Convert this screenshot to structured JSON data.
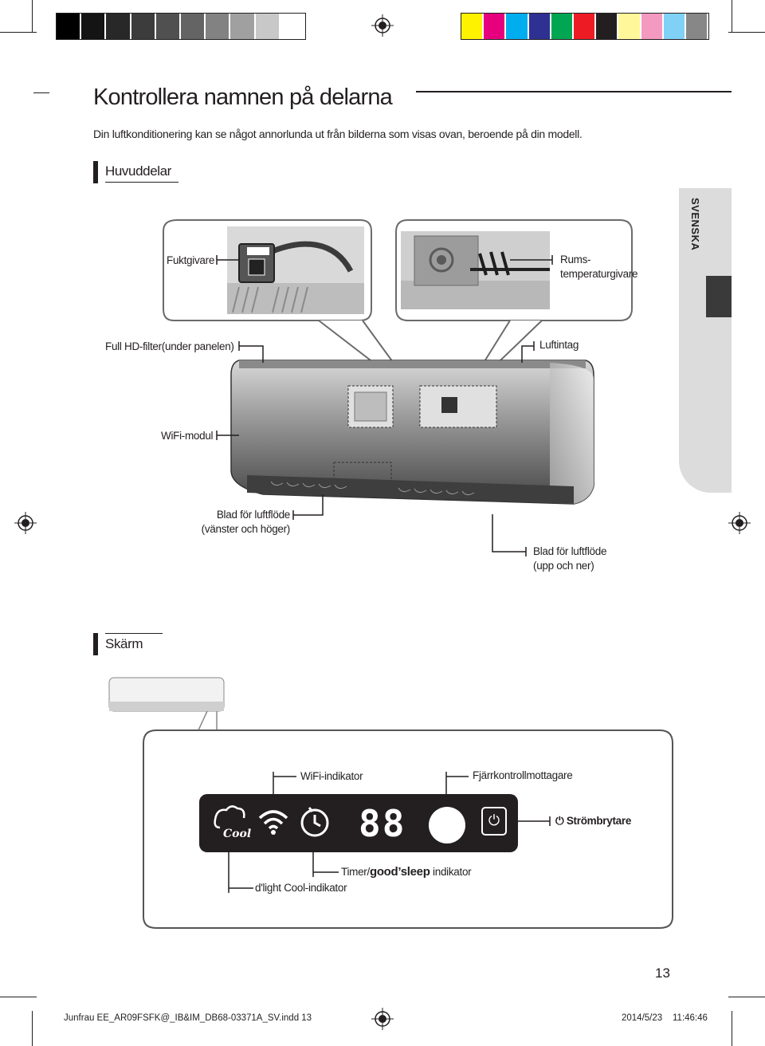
{
  "page": {
    "title": "Kontrollera namnen på delarna",
    "subtitle": "Din luftkonditionering kan se något annorlunda ut från bilderna som visas ovan, beroende på din modell.",
    "side_tab": "SVENSKA",
    "page_number": "13"
  },
  "sections": {
    "main_parts": "Huvuddelar",
    "display": "Skärm"
  },
  "labels": {
    "humidity_sensor": "Fuktgivare",
    "room_temp_sensor_1": "Rums-",
    "room_temp_sensor_2": "temperaturgivare",
    "hd_filter": "Full HD-filter(under panelen)",
    "air_intake": "Luftintag",
    "wifi_module": "WiFi-modul",
    "blade_lr_1": "Blad för luftflöde",
    "blade_lr_2": "(vänster och höger)",
    "blade_ud_1": "Blad för luftflöde",
    "blade_ud_2": "(upp och ner)"
  },
  "display_labels": {
    "wifi_indicator": "WiFi-indikator",
    "remote_receiver": "Fjärrkontrollmottagare",
    "power_switch": "Strömbrytare",
    "timer_prefix": "Timer/",
    "timer_brand": "good’sleep",
    "timer_suffix": "indikator",
    "dlight": "d'light Cool-indikator",
    "cool_text": "Cool",
    "digits": "88"
  },
  "footer": {
    "file": "Junfrau EE_AR09FSFK@_IB&IM_DB68-03371A_SV.indd   13",
    "date": "2014/5/23",
    "time": "11:46:46"
  },
  "colors": {
    "swatches_gray": [
      "#000000",
      "#141414",
      "#282828",
      "#3c3c3c",
      "#505050",
      "#646464",
      "#828282",
      "#a0a0a0",
      "#c8c8c8",
      "#ffffff"
    ],
    "swatches_color": [
      "#fff200",
      "#e6007e",
      "#00aeef",
      "#2e3192",
      "#00a651",
      "#ed1c24",
      "#231f20",
      "#fff799",
      "#f49ac1",
      "#7fd2f5",
      "#878787"
    ]
  }
}
